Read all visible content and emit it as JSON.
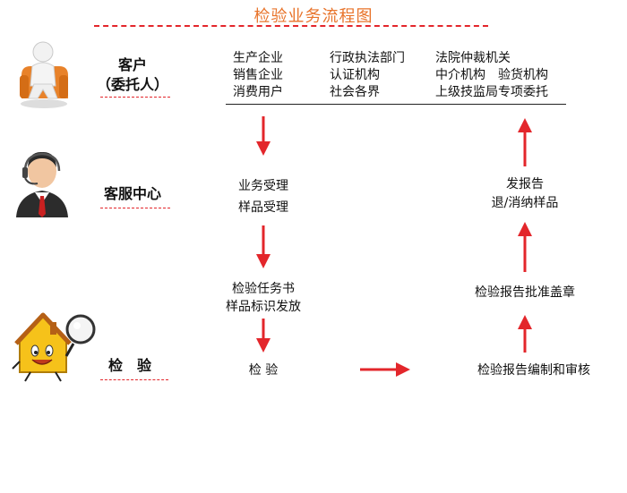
{
  "title": "检验业务流程图",
  "roles": {
    "client_line1": "客户",
    "client_line2": "（委托人）",
    "service": "客服中心",
    "inspection": "检　验"
  },
  "clients": {
    "col1": [
      "生产企业",
      "销售企业",
      "消费用户"
    ],
    "col2": [
      "行政执法部门",
      "认证机构",
      "社会各界"
    ],
    "col3": [
      "法院仲裁机关",
      "中介机构　验货机构",
      "上级技监局专项委托"
    ]
  },
  "steps": {
    "accept_line1": "业务受理",
    "accept_line2": "样品受理",
    "task_line1": "检验任务书",
    "task_line2": "样品标识发放",
    "inspect": "检  验",
    "report_compile": "检验报告编制和审核",
    "report_approve": "检验报告批准盖章",
    "report_issue_line1": "发报告",
    "report_issue_line2": "退/消纳样品"
  },
  "colors": {
    "title": "#e8732a",
    "arrow": "#e3262b",
    "dash": "#e3262b"
  }
}
